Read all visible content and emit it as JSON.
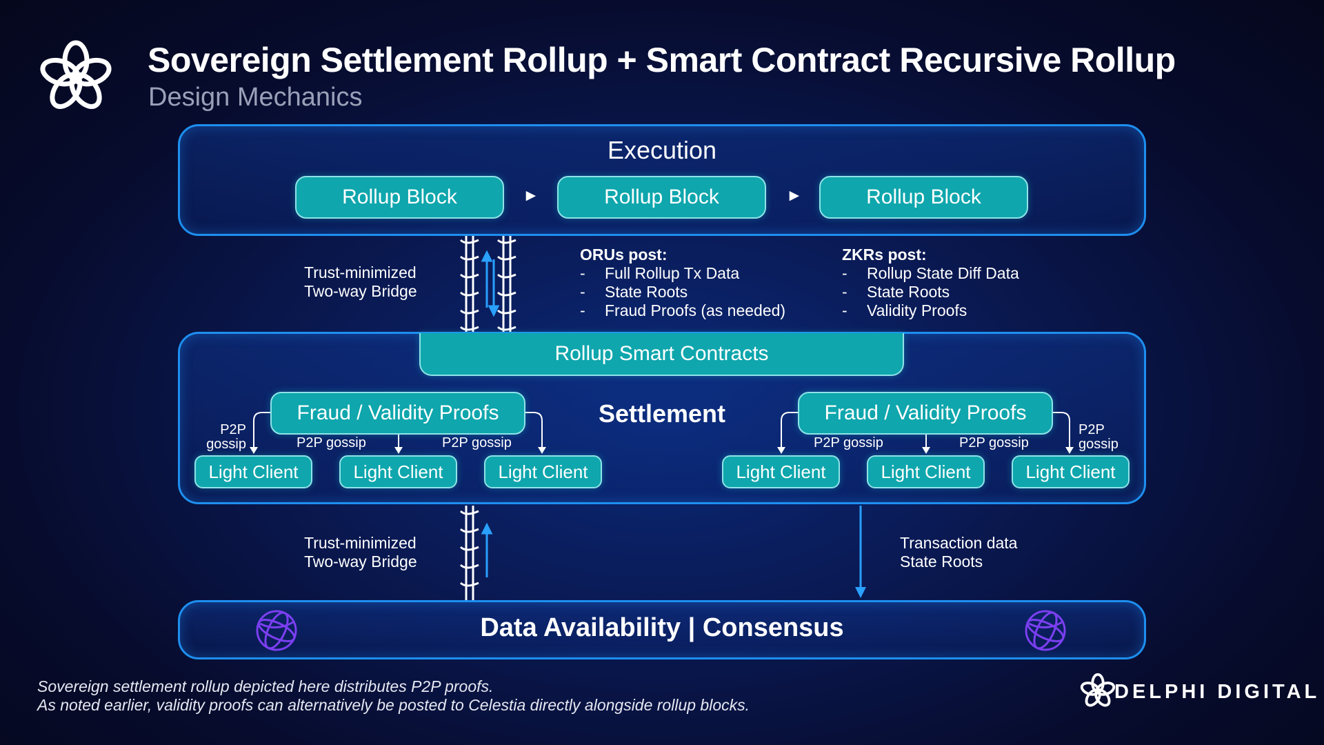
{
  "header": {
    "title": "Sovereign Settlement Rollup + Smart Contract Recursive Rollup",
    "subtitle": "Design Mechanics"
  },
  "execution": {
    "title": "Execution",
    "blocks": [
      "Rollup Block",
      "Rollup Block",
      "Rollup Block"
    ],
    "arrow_glyph": "►"
  },
  "bridges": {
    "upper": {
      "line1": "Trust-minimized",
      "line2": "Two-way Bridge"
    },
    "lower": {
      "line1": "Trust-minimized",
      "line2": "Two-way Bridge"
    }
  },
  "oru_post": {
    "heading": "ORUs post:",
    "items": [
      "Full Rollup Tx Data",
      "State Roots",
      "Fraud Proofs (as needed)"
    ]
  },
  "zkr_post": {
    "heading": "ZKRs post:",
    "items": [
      "Rollup State Diff Data",
      "State Roots",
      "Validity Proofs"
    ]
  },
  "settlement": {
    "title": "Settlement",
    "contracts_label": "Rollup Smart Contracts",
    "proofs_label": "Fraud / Validity Proofs",
    "light_client_label": "Light Client",
    "gossip_label": "P2P gossip",
    "gossip_line1": "P2P",
    "gossip_line2": "gossip"
  },
  "transaction_flow": {
    "line1": "Transaction data",
    "line2": "State Roots"
  },
  "data_availability": {
    "title": "Data Availability | Consensus"
  },
  "footnote": {
    "line1": "Sovereign settlement rollup depicted here distributes P2P proofs.",
    "line2": "As noted earlier, validity proofs can alternatively be posted to Celestia directly alongside rollup blocks."
  },
  "brand": {
    "name": "DELPHI DIGITAL"
  },
  "colors": {
    "background": "#070c2e",
    "panel_border": "#1e8ff0",
    "box_fill": "#0fa6ad",
    "arrow_blue": "#2aa0ff",
    "globe_purple": "#7b3ff0"
  }
}
